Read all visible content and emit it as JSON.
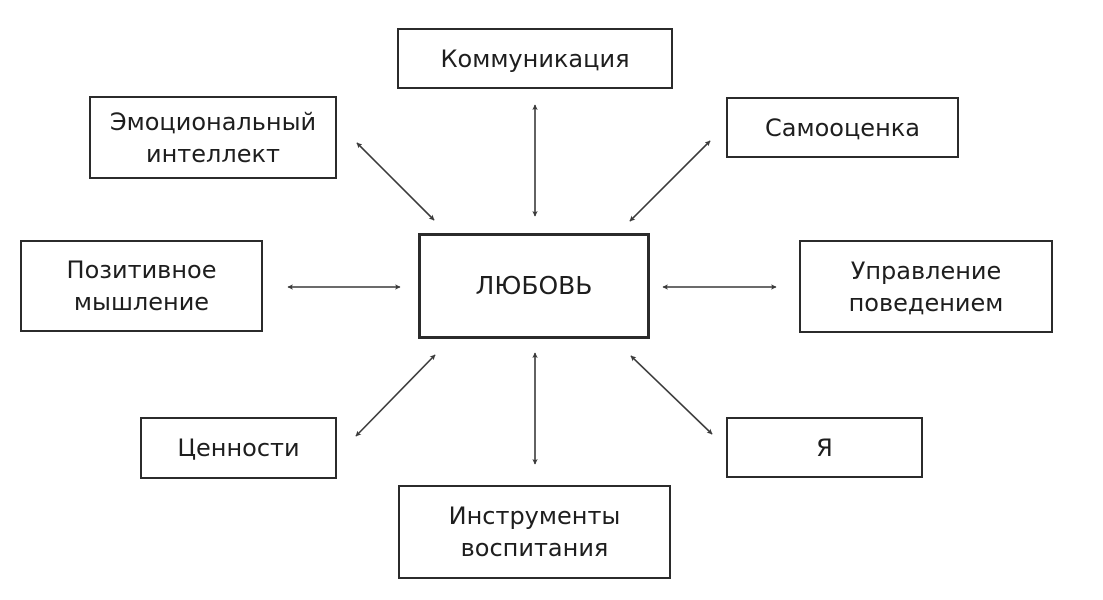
{
  "diagram": {
    "type": "hub-and-spoke",
    "center": {
      "id": "love",
      "label": "ЛЮБОВЬ"
    },
    "nodes": {
      "communication": {
        "label": "Коммуникация"
      },
      "emotional": {
        "label": "Эмоциональный\nинтеллект"
      },
      "selfesteem": {
        "label": "Самооценка"
      },
      "positive": {
        "label": "Позитивное\nмышление"
      },
      "behavior": {
        "label": "Управление\nповедением"
      },
      "values": {
        "label": "Ценности"
      },
      "self": {
        "label": "Я"
      },
      "tools": {
        "label": "Инструменты\nвоспитания"
      }
    },
    "edges": [
      {
        "from": "love",
        "to": "communication",
        "direction": "bidirectional"
      },
      {
        "from": "love",
        "to": "emotional",
        "direction": "bidirectional"
      },
      {
        "from": "love",
        "to": "selfesteem",
        "direction": "bidirectional"
      },
      {
        "from": "love",
        "to": "positive",
        "direction": "bidirectional"
      },
      {
        "from": "love",
        "to": "behavior",
        "direction": "bidirectional"
      },
      {
        "from": "love",
        "to": "values",
        "direction": "bidirectional"
      },
      {
        "from": "love",
        "to": "self",
        "direction": "bidirectional"
      },
      {
        "from": "love",
        "to": "tools",
        "direction": "bidirectional"
      }
    ],
    "colors": {
      "stroke": "#2b2b2b",
      "arrow": "#3a3a3a",
      "text": "#1e1e1e",
      "background": "#ffffff"
    }
  }
}
